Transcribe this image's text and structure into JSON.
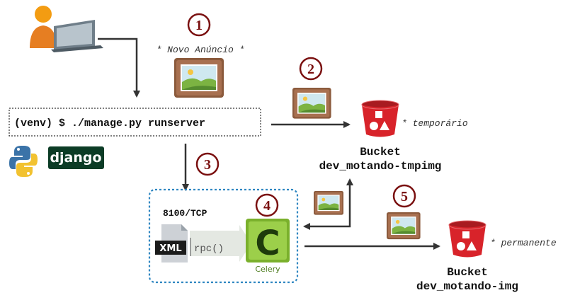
{
  "steps": [
    "1",
    "2",
    "3",
    "4",
    "5"
  ],
  "labels": {
    "new_ad": "* Novo Anúncio *",
    "command": "(venv) $ ./manage.py runserver",
    "port": "8100/TCP",
    "temp_note": "* temporário",
    "perm_note": "* permanente",
    "xml": "XML",
    "rpc": "rpc()",
    "celery_letter": "C",
    "celery": "Celery",
    "django": "django"
  },
  "buckets": {
    "temp": {
      "title": "Bucket",
      "name": "dev_motando-tmpimg"
    },
    "perm": {
      "title": "Bucket",
      "name": "dev_motando-img"
    }
  },
  "colors": {
    "step_circle": "#7a1010",
    "arrow": "#333333",
    "bucket_red": "#d8232a",
    "frame_brown": "#8b5a3c",
    "celery_green": "#8fc13e",
    "user_orange": "#f39c12",
    "dotted_border": "#2e86c1",
    "django_green": "#0c3c26"
  },
  "icons": [
    "user-laptop-icon",
    "picture-frame-icon",
    "bucket-icon",
    "python-icon",
    "xml-rpc-icon",
    "celery-icon"
  ]
}
